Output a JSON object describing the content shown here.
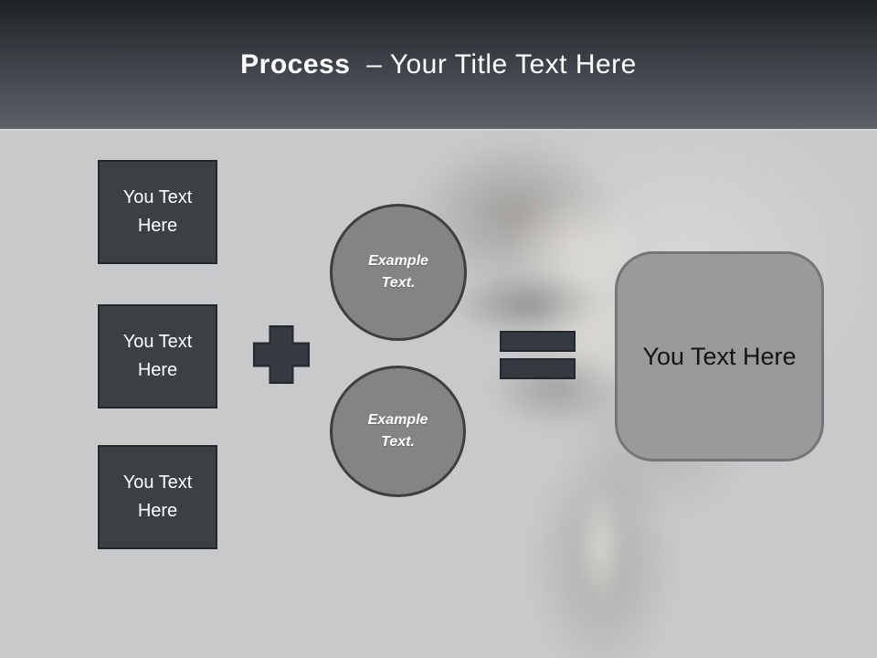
{
  "slide": {
    "header": {
      "title_bold": "Process",
      "title_rest": "– Your Title Text Here"
    },
    "input_boxes": [
      {
        "label": "You Text Here"
      },
      {
        "label": "You Text Here"
      },
      {
        "label": "You Text Here"
      }
    ],
    "operators": {
      "plus_icon": "plus",
      "equals_icon": "equals"
    },
    "example_circles": [
      {
        "label": "Example Text."
      },
      {
        "label": "Example Text."
      }
    ],
    "result_box": {
      "label": "You Text Here"
    },
    "colors": {
      "header_top": "#1e2226",
      "header_bottom": "#5b6167",
      "body_bg": "#c8c9ca",
      "dark_shape_fill": "#3b4045",
      "dark_shape_border": "#24282c",
      "circle_fill": "#848484",
      "circle_border": "#3f3f3f",
      "result_fill": "#9a9a9a",
      "result_border": "#74767a",
      "title_color": "#ffffff",
      "result_text": "#141414"
    }
  }
}
